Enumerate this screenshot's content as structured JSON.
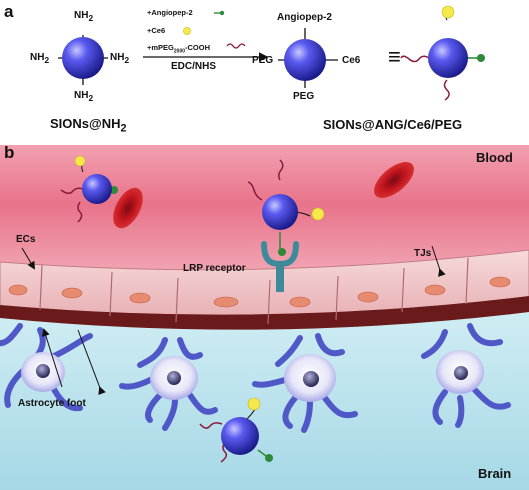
{
  "panel_a": {
    "label": "a",
    "amine": "NH",
    "amine_sub": "2",
    "start_name": "SIONs@NH",
    "start_name_sub": "2",
    "reagents": {
      "angiopep": "+Angiopep-2",
      "ce6": "+Ce6",
      "mpeg": "+mPEG",
      "mpeg_sub": "2000",
      "mpeg_tail": "-COOH",
      "conditions": "EDC/NHS"
    },
    "product_labels": {
      "top": "Angiopep-2",
      "left": "PEG",
      "right": "Ce6",
      "bottom": "PEG"
    },
    "equiv": "≡",
    "product_name": "SIONs@ANG/Ce6/PEG"
  },
  "panel_b": {
    "label": "b",
    "blood": "Blood",
    "brain": "Brain",
    "ecs": "ECs",
    "tjs": "TJs",
    "receptor": "LRP receptor",
    "astrocyte": "Astrocyte foot"
  },
  "colors": {
    "nanoparticle": "#3a3ad6",
    "blood_top": "#e8738a",
    "brain": "#a9dbe8",
    "endothelial": "#f0c4c6",
    "astrocyte": "#5058c8",
    "peg": "#8a1a3a",
    "ce6": "#f4e84a",
    "angiopep": "#2e8a3a",
    "receptor": "#3e8a9a",
    "rbc": "#d4202a"
  }
}
